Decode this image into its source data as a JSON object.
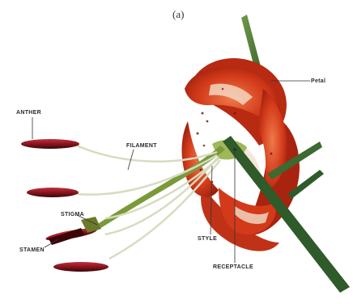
{
  "figure": {
    "panel_label": "(a)",
    "labels": {
      "anther": "ANTHER",
      "filament": "FILAMENT",
      "petal": "Petal",
      "stigma": "STIGMA",
      "stamen": "STAMEN",
      "style": "STYLE",
      "receptacle": "RECEPTACLE"
    }
  },
  "colors": {
    "petal": "#d23a1a",
    "petal_dark": "#9a1e0c",
    "petal_light": "#f07a4a",
    "anther": "#8a1420",
    "stem": "#2f5a2a",
    "filament": "#d8dcc0",
    "pistil": "#6f8f3a"
  }
}
